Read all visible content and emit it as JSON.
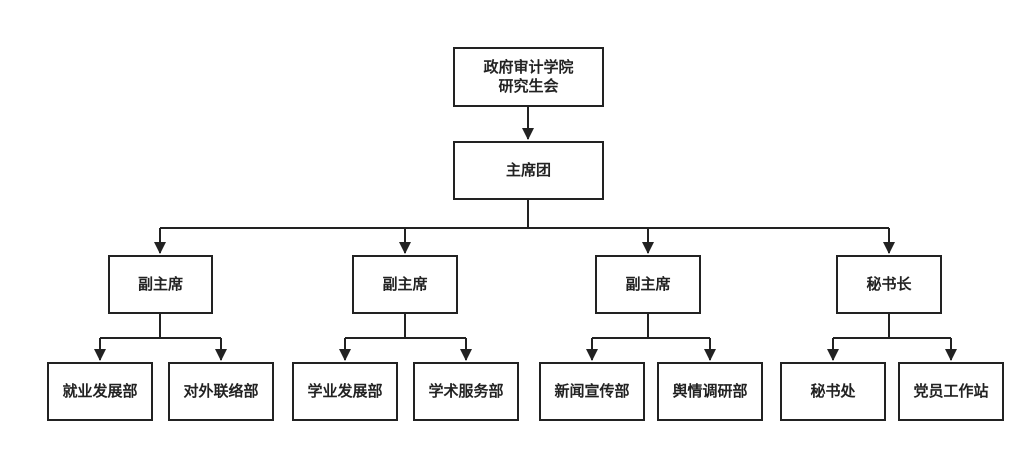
{
  "org": {
    "root": {
      "line1": "政府审计学院",
      "line2": "研究生会"
    },
    "presidium": "主席团",
    "branches": [
      {
        "label": "副主席",
        "children": [
          "就业发展部",
          "对外联络部"
        ]
      },
      {
        "label": "副主席",
        "children": [
          "学业发展部",
          "学术服务部"
        ]
      },
      {
        "label": "副主席",
        "children": [
          "新闻宣传部",
          "舆情调研部"
        ]
      },
      {
        "label": "秘书长",
        "children": [
          "秘书处",
          "党员工作站"
        ]
      }
    ]
  },
  "colors": {
    "line": "#222222",
    "border": "#222222",
    "background": "#ffffff"
  }
}
